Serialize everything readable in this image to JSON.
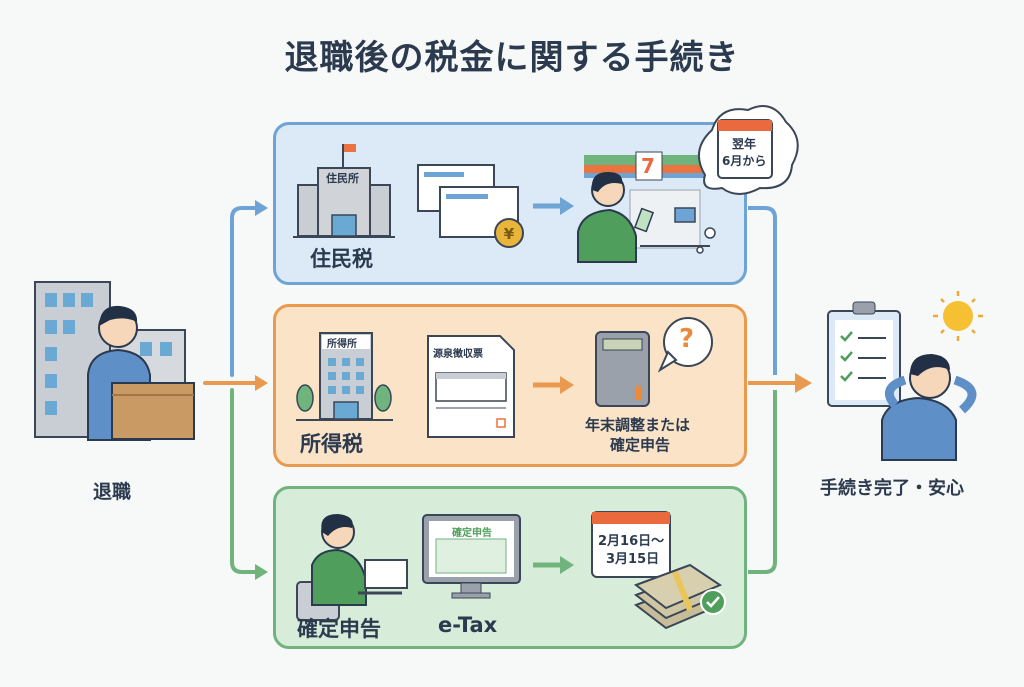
{
  "title": "退職後の税金に関する手続き",
  "start": {
    "label": "退職"
  },
  "end": {
    "label": "手続き完了・安心"
  },
  "rows": [
    {
      "name": "住民税",
      "color": "#6ea3d5",
      "office_sign": "住民所",
      "thought_bubble": [
        "翌年",
        "6月から"
      ],
      "store_logo": "7"
    },
    {
      "name": "所得税",
      "color": "#e99a4e",
      "office_sign": "所得所",
      "document_title": "源泉徴収票",
      "result": [
        "年末調整または",
        "確定申告"
      ],
      "speech_bubble": "?"
    },
    {
      "name": "確定申告",
      "color": "#70b37d",
      "tool": "e-Tax",
      "screen_title": "確定申告",
      "period": [
        "2月16日～",
        "3月15日"
      ]
    }
  ]
}
